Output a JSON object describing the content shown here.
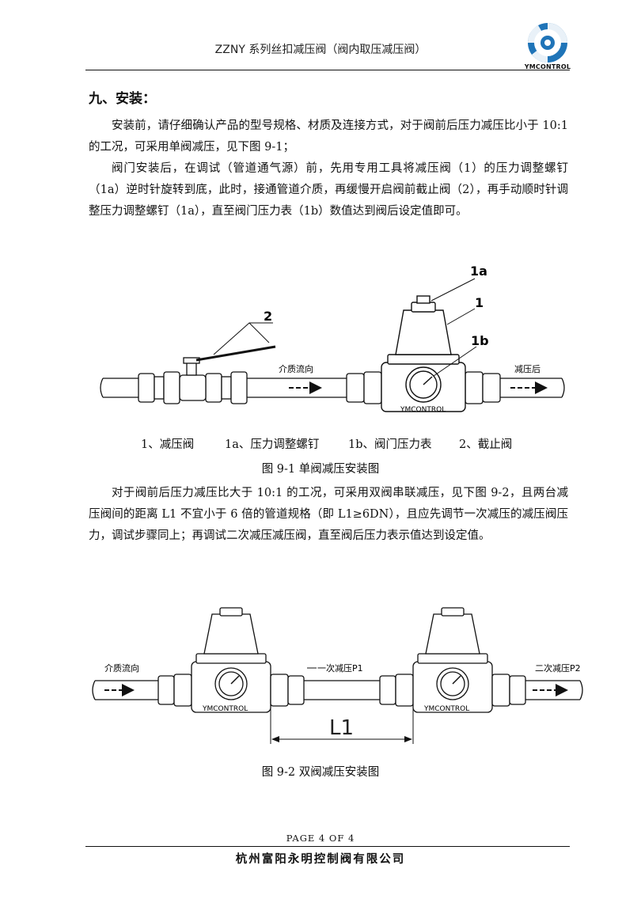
{
  "header": {
    "title": "ZZNY 系列丝扣减压阀（阀内取压减压阀）",
    "logo_text": "YMCONTROL"
  },
  "section": {
    "heading": "九、安装：",
    "paragraph1": "安装前，请仔细确认产品的型号规格、材质及连接方式，对于阀前后压力减压比小于 10:1 的工况，可采用单阀减压，见下图 9-1；",
    "paragraph2": "阀门安装后，在调试（管道通气源）前，先用专用工具将减压阀（1）的压力调整螺钉（1a）逆时针旋转到底，此时，接通管道介质，再缓慢开启阀前截止阀（2），再手动顺时针调整压力调整螺钉（1a），直至阀门压力表（1b）数值达到阀后设定值即可。",
    "paragraph3": "对于阀前后压力减压比大于 10:1 的工况，可采用双阀串联减压，见下图 9-2，且两台减压阀间的距离 L1 不宜小于 6 倍的管道规格（即 L1≥6DN），且应先调节一次减压的减压阀压力，调试步骤同上；再调试二次减压减压阀，直至阀后压力表示值达到设定值。"
  },
  "figure1": {
    "labels": {
      "l1a": "1a",
      "l1": "1",
      "l1b": "1b",
      "l2": "2"
    },
    "flow_in": "介质流向",
    "flow_out": "减压后",
    "brand": "YMCONTROL",
    "legend": [
      "1、减压阀",
      "1a、压力调整螺钉",
      "1b、阀门压力表",
      "2、截止阀"
    ],
    "caption": "图 9-1  单阀减压安装图"
  },
  "figure2": {
    "flow_in": "介质流向",
    "mid_label": "一次减压P1",
    "out_label": "二次减压P2",
    "dimension": "L1",
    "brand": "YMCONTROL",
    "caption": "图 9-2  双阀减压安装图"
  },
  "footer": {
    "page": "PAGE   4   OF   4",
    "company": "杭州富阳永明控制阀有限公司"
  }
}
